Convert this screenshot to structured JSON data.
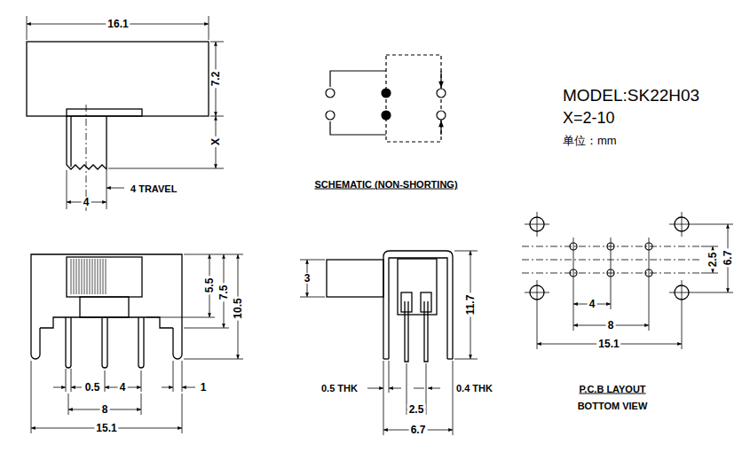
{
  "diagram": {
    "title": "MODEL:SK22H03",
    "labels": [
      "16.1",
      "7.2",
      "X",
      "4 TRAVEL",
      "4",
      "SCHEMATIC (NON-SHORTING)",
      "X=2-10",
      "单位：mm",
      "5.5",
      "7.5",
      "10.5",
      "0.5",
      "4",
      "1",
      "8",
      "15.1",
      "3",
      "11.7",
      "0.5 THK",
      "0.4 THK",
      "2.5",
      "6.7",
      "2.5",
      "6.7",
      "4",
      "8",
      "15.1",
      "P.C.B LAYOUT",
      "BOTTOM VIEW"
    ]
  }
}
